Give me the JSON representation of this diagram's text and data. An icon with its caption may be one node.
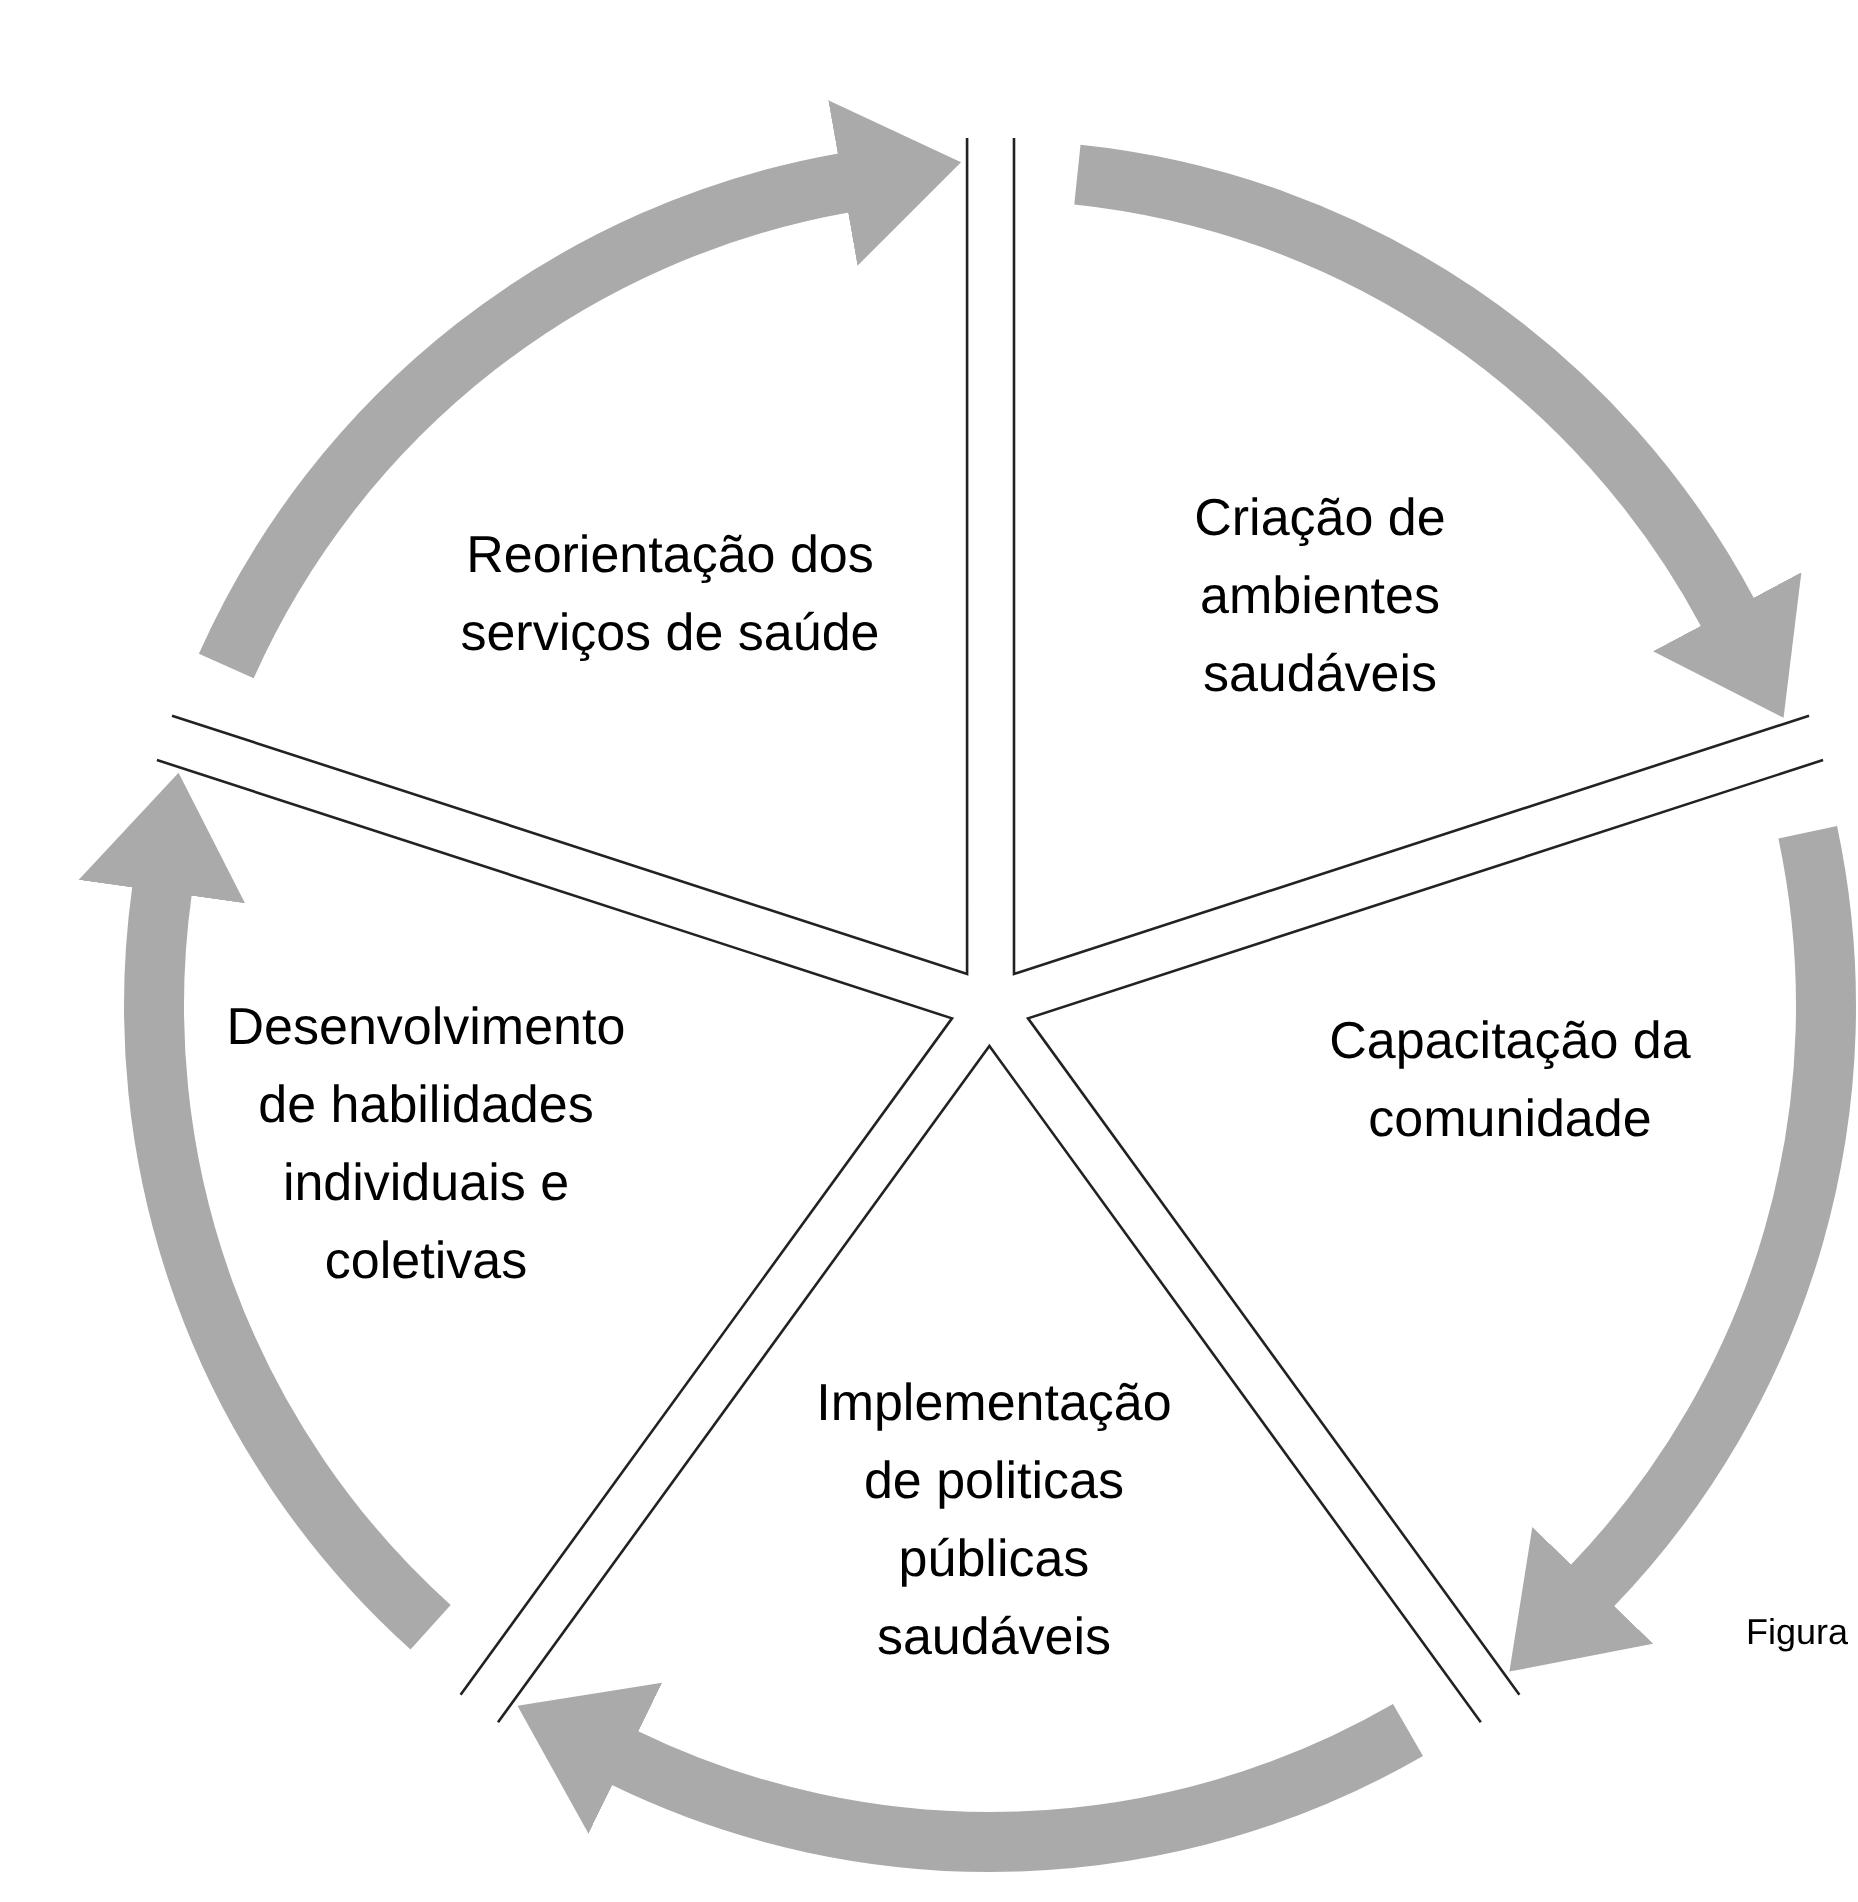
{
  "diagram": {
    "nodes": [
      {
        "text": [
          "Reorientação dos serviços de saúde"
        ]
      },
      {
        "text": [
          "Criação de ambientes saudáveis"
        ]
      },
      {
        "text": [
          "Capacitação da comunidade"
        ]
      },
      {
        "text": [
          "Implementação de politicas públicas saudáveis"
        ]
      },
      {
        "text": [
          "Desenvolvimento de habilidades individuais e coletivas"
        ]
      }
    ],
    "edges": [
      {
        "from": 0,
        "to": 1,
        "arrow": "to"
      },
      {
        "from": 1,
        "to": 2,
        "arrow": "to"
      },
      {
        "from": 2,
        "to": 3,
        "arrow": "to"
      },
      {
        "from": 3,
        "to": 4,
        "arrow": "to"
      },
      {
        "from": 4,
        "to": 0,
        "arrow": "to"
      }
    ],
    "labels": [
      "Figura"
    ]
  }
}
